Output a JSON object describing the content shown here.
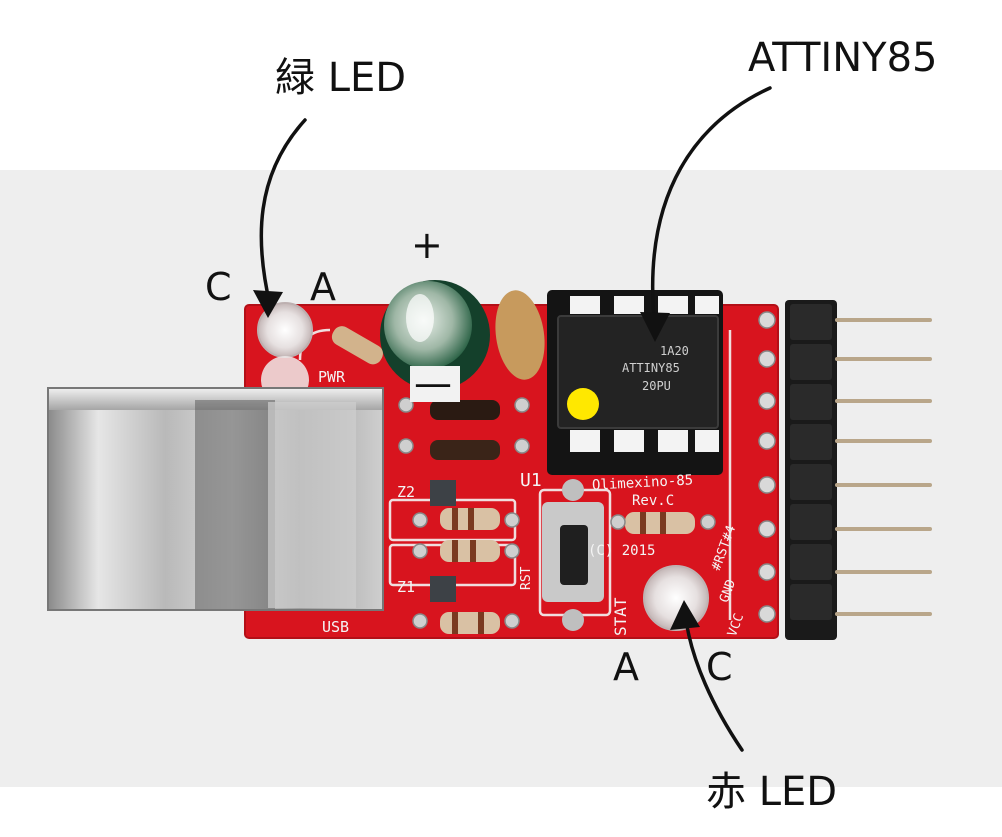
{
  "annotations": {
    "green_led": "緑 LED",
    "red_led": "赤 LED",
    "chip": "ATTINY85",
    "green_c": "C",
    "green_a": "A",
    "red_a": "A",
    "red_c": "C",
    "cap_plus": "+",
    "cap_minus": "—"
  },
  "board_silkscreen": {
    "pwr": "PWR",
    "usb": "USB",
    "u1": "U1",
    "z2": "Z2",
    "z1": "Z1",
    "rst": "RST",
    "name": "Olimexino-85",
    "rev": "Rev.C",
    "copyright": "(C) 2015",
    "stat": "STAT",
    "pin_rst": "#RST#4",
    "pin_gnd": "GND",
    "pin_vcc": "VCC"
  },
  "chip_marking": {
    "line1": "1A20",
    "line2": "ATTINY85",
    "line3": "20PU"
  },
  "colors": {
    "pcb": "#d8141e",
    "background": "#efefef",
    "pin1_marker": "#ffe800",
    "arrow": "#111111"
  }
}
